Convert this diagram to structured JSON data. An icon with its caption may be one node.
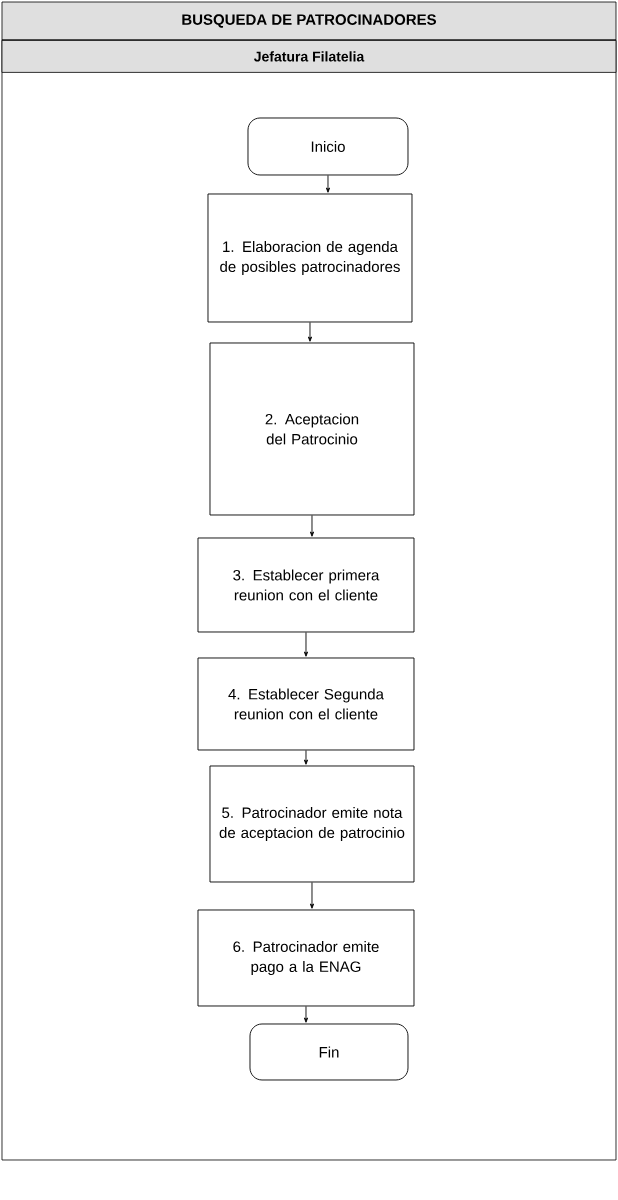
{
  "diagram": {
    "title": "BUSQUEDA DE PATROCINADORES",
    "nodes": [
      {
        "text": [
          "Jefatura Filatelia"
        ]
      },
      {
        "text": [
          "Inicio"
        ],
        "in": 0
      },
      {
        "text": [
          "1. Elaboracion de agenda de posibles patrocinadores"
        ],
        "in": 0
      },
      {
        "text": [
          "2. Aceptacion del Patrocinio"
        ],
        "in": 0
      },
      {
        "text": [
          "3. Establecer primera reunion con el cliente"
        ],
        "in": 0
      },
      {
        "text": [
          "4. Establecer Segunda reunion con el cliente"
        ],
        "in": 0
      },
      {
        "text": [
          "5. Patrocinador emite nota de aceptacion de patrocinio"
        ],
        "in": 0
      },
      {
        "text": [
          "6. Patrocinador emite pago a la ENAG"
        ],
        "in": 0
      },
      {
        "text": [
          "Fin"
        ],
        "in": 0
      }
    ],
    "edges": [
      {
        "from": 1,
        "to": 2,
        "arrow": "to"
      },
      {
        "from": 2,
        "to": 3,
        "arrow": "to"
      },
      {
        "from": 3,
        "to": 4,
        "arrow": "to"
      },
      {
        "from": 4,
        "to": 5,
        "arrow": "to"
      },
      {
        "from": 5,
        "to": 6,
        "arrow": "to"
      },
      {
        "from": 6,
        "to": 7,
        "arrow": "to"
      },
      {
        "from": 7,
        "to": 8,
        "arrow": "to"
      }
    ]
  }
}
